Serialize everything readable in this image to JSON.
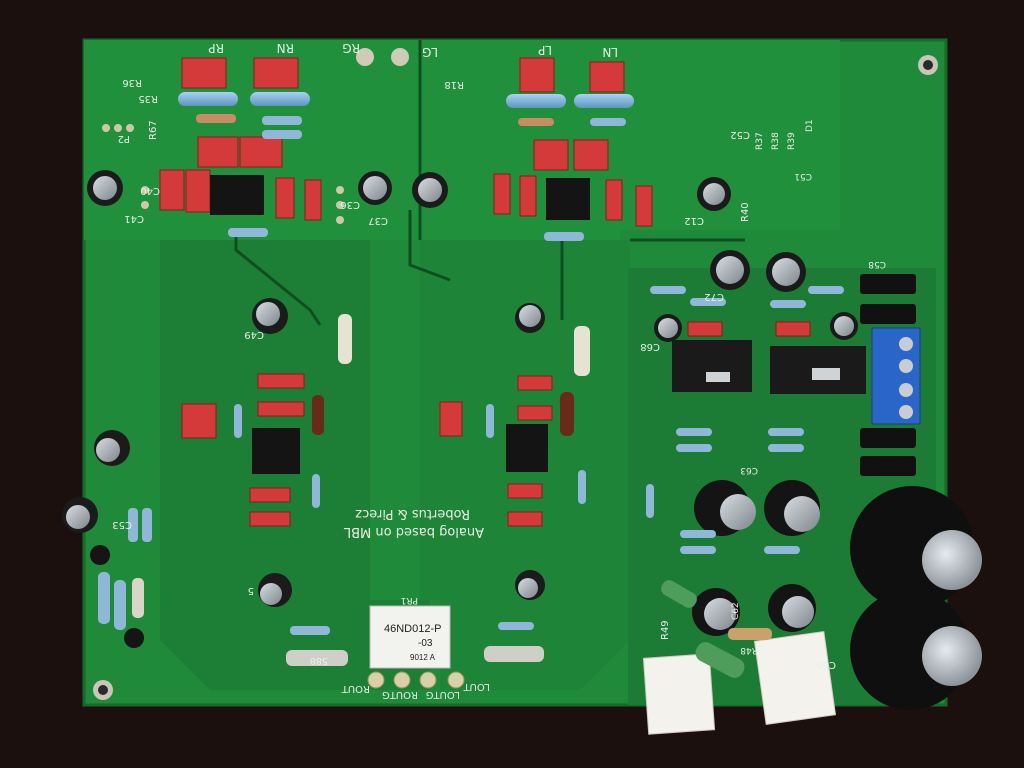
{
  "board_texts": {
    "credit_line1": "Analog based on MBL",
    "credit_line2": "Robertus & Pirecz",
    "relay_line1": "46ND012-P",
    "relay_line2": "-03",
    "relay_line3": "9012 A",
    "relay_ref": "PR1",
    "loutg": "LOUTG",
    "routg": "ROUTG",
    "rout": "ROUT",
    "lout": "LOUT",
    "rp": "RP",
    "rn": "RN",
    "rg": "RG",
    "lg": "LG",
    "lp": "LP",
    "ln": "LN",
    "r36": "R36",
    "r35": "R35",
    "r67": "R67",
    "p2": "P2",
    "r18": "R18",
    "c40": "C40",
    "c41": "C41",
    "c36": "C36",
    "c37": "C37",
    "c12": "C12",
    "r40": "R40",
    "c52": "C52",
    "c51": "C51",
    "c49": "C49",
    "c53": "C53",
    "c58": "C58",
    "c60": "C60",
    "c72": "C72",
    "c68": "C68",
    "c63": "C63",
    "c62": "C62",
    "r48": "R48",
    "r49": "R49",
    "r_580": "580",
    "r_5": "5",
    "r_37": "R37",
    "r_38": "R38",
    "r_39": "R39",
    "d1": "D1"
  }
}
